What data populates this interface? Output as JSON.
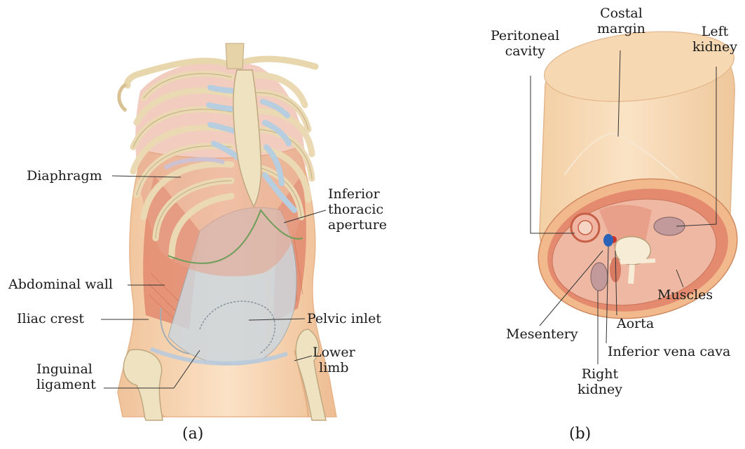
{
  "panel_a": {
    "caption": "(a)",
    "labels": {
      "diaphragm": "Diaphragm",
      "inferior_thoracic_aperture": [
        "Inferior",
        "thoracic",
        "aperture"
      ],
      "abdominal_wall": "Abdominal wall",
      "iliac_crest": "Iliac crest",
      "pelvic_inlet": "Pelvic inlet",
      "inguinal_ligament": [
        "Inguinal",
        "ligament"
      ],
      "lower_limb": [
        "Lower",
        "limb"
      ]
    }
  },
  "panel_b": {
    "caption": "(b)",
    "labels": {
      "peritoneal_cavity": [
        "Peritoneal",
        "cavity"
      ],
      "costal_margin": [
        "Costal",
        "margin"
      ],
      "left_kidney": [
        "Left",
        "kidney"
      ],
      "muscles": "Muscles",
      "mesentery": "Mesentery",
      "aorta": "Aorta",
      "inferior_vena_cava": "Inferior vena cava",
      "right_kidney": [
        "Right",
        "kidney"
      ]
    }
  },
  "colors": {
    "skin": "#f4cfa6",
    "muscle": "#e0836a",
    "bone": "#efe2c0",
    "cartilage": "#b9cfe0",
    "lining": "#e8a08a",
    "vessel_red": "#c8312b",
    "vessel_blue": "#2b63b8"
  }
}
